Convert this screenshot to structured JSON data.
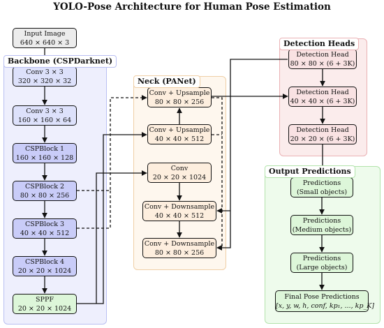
{
  "title": "YOLO-Pose Architecture for Human Pose Estimation",
  "groups": {
    "backbone": "Backbone (CSPDarknet)",
    "neck": "Neck (PANet)",
    "heads": "Detection Heads",
    "outputs": "Output Predictions"
  },
  "nodes": {
    "input": {
      "name": "Input Image",
      "dims": "640 × 640 × 3"
    },
    "conv1": {
      "name": "Conv 3 × 3",
      "dims": "320 × 320 × 32"
    },
    "conv2": {
      "name": "Conv 3 × 3",
      "dims": "160 × 160 × 64"
    },
    "csp1": {
      "name": "CSPBlock 1",
      "dims": "160 × 160 × 128"
    },
    "csp2": {
      "name": "CSPBlock 2",
      "dims": "80 × 80 × 256"
    },
    "csp3": {
      "name": "CSPBlock 3",
      "dims": "40 × 40 × 512"
    },
    "csp4": {
      "name": "CSPBlock 4",
      "dims": "20 × 20 × 1024"
    },
    "sppf": {
      "name": "SPPF",
      "dims": "20 × 20 × 1024"
    },
    "up1": {
      "name": "Conv + Upsample",
      "dims": "80 × 80 × 256"
    },
    "up2": {
      "name": "Conv + Upsample",
      "dims": "40 × 40 × 512"
    },
    "nconv": {
      "name": "Conv",
      "dims": "20 × 20 × 1024"
    },
    "down1": {
      "name": "Conv + Downsample",
      "dims": "40 × 40 × 512"
    },
    "down2": {
      "name": "Conv + Downsample",
      "dims": "80 × 80 × 256"
    },
    "head1": {
      "name": "Detection Head",
      "dims": "80 × 80 × (6 + 3K)"
    },
    "head2": {
      "name": "Detection Head",
      "dims": "40 × 40 × (6 + 3K)"
    },
    "head3": {
      "name": "Detection Head",
      "dims": "20 × 20 × (6 + 3K)"
    },
    "pred1": {
      "name": "Predictions",
      "dims": "(Small objects)"
    },
    "pred2": {
      "name": "Predictions",
      "dims": "(Medium objects)"
    },
    "pred3": {
      "name": "Predictions",
      "dims": "(Large objects)"
    },
    "final": {
      "name": "Final Pose Predictions",
      "dims": "[x, y, w, h, conf, kp₁, ..., kp_K]"
    }
  },
  "colors": {
    "backbone_fill": "#eeeffd",
    "backbone_border": "#b9bff2",
    "neck_fill": "#fef7ee",
    "neck_border": "#efcfa6",
    "heads_fill": "#fbecec",
    "heads_border": "#eab1b4",
    "outputs_fill": "#eefbec",
    "outputs_border": "#b2e3ab",
    "edge": "#111111"
  }
}
